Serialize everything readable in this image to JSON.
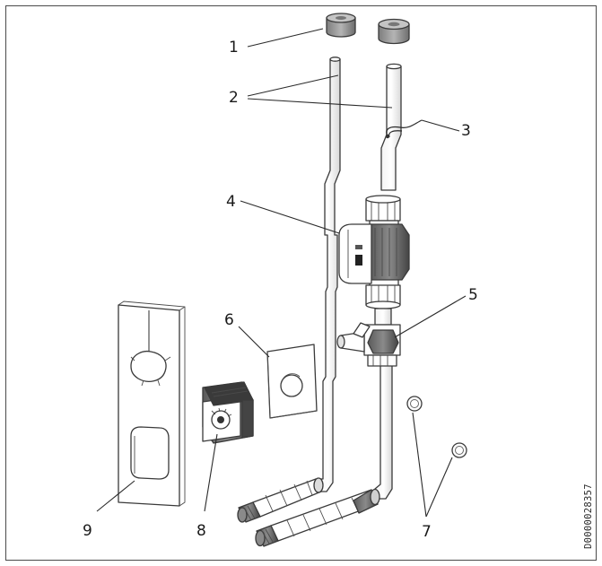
{
  "diagram": {
    "doc_id": "D0000028357",
    "callouts": {
      "c1": "1",
      "c2": "2",
      "c3": "3",
      "c4": "4",
      "c5": "5",
      "c6": "6",
      "c7": "7",
      "c8": "8",
      "c9": "9"
    },
    "colors": {
      "line": "#2b2b2b",
      "pipe_fill": "#ffffff",
      "cap_fill": "#9a9a9a",
      "cap_top": "#bdbdbd",
      "dark_part": "#555555"
    }
  }
}
